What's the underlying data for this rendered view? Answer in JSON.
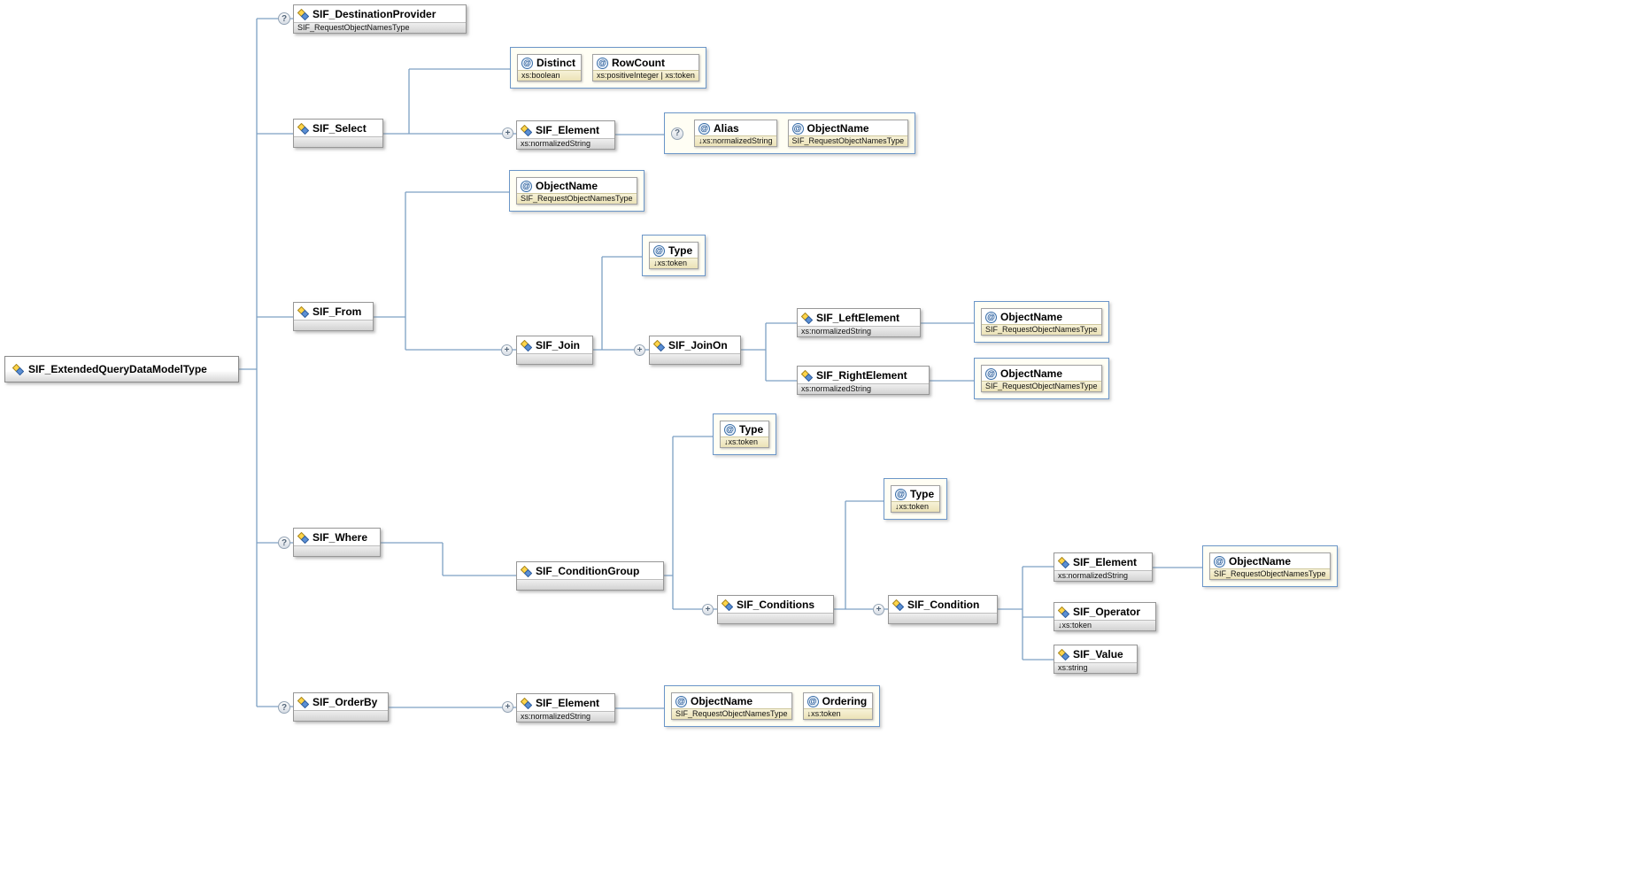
{
  "icons": {
    "attribute": "@",
    "optional": "?",
    "repeat": "+"
  },
  "diagram": {
    "root": {
      "title": "SIF_ExtendedQueryDataModelType"
    },
    "dest_provider": {
      "title": "SIF_DestinationProvider",
      "subtitle": "SIF_RequestObjectNamesType"
    },
    "select": {
      "title": "SIF_Select"
    },
    "select_attrs": {
      "distinct": {
        "title": "Distinct",
        "subtitle": "xs:boolean"
      },
      "rowcount": {
        "title": "RowCount",
        "subtitle": "xs:positiveInteger | xs:token"
      }
    },
    "select_element": {
      "title": "SIF_Element",
      "subtitle": "xs:normalizedString"
    },
    "select_element_attrs": {
      "alias": {
        "title": "Alias",
        "subtitle": "↓xs:normalizedString"
      },
      "objectname": {
        "title": "ObjectName",
        "subtitle": "SIF_RequestObjectNamesType"
      }
    },
    "from": {
      "title": "SIF_From"
    },
    "from_attrs": {
      "objectname": {
        "title": "ObjectName",
        "subtitle": "SIF_RequestObjectNamesType"
      }
    },
    "join": {
      "title": "SIF_Join"
    },
    "join_attrs": {
      "type": {
        "title": "Type",
        "subtitle": "↓xs:token"
      }
    },
    "joinon": {
      "title": "SIF_JoinOn"
    },
    "left_element": {
      "title": "SIF_LeftElement",
      "subtitle": "xs:normalizedString"
    },
    "left_element_attrs": {
      "objectname": {
        "title": "ObjectName",
        "subtitle": "SIF_RequestObjectNamesType"
      }
    },
    "right_element": {
      "title": "SIF_RightElement",
      "subtitle": "xs:normalizedString"
    },
    "right_element_attrs": {
      "objectname": {
        "title": "ObjectName",
        "subtitle": "SIF_RequestObjectNamesType"
      }
    },
    "where": {
      "title": "SIF_Where"
    },
    "condition_group": {
      "title": "SIF_ConditionGroup"
    },
    "condition_group_attrs": {
      "type": {
        "title": "Type",
        "subtitle": "↓xs:token"
      }
    },
    "conditions": {
      "title": "SIF_Conditions"
    },
    "conditions_attrs": {
      "type": {
        "title": "Type",
        "subtitle": "↓xs:token"
      }
    },
    "condition": {
      "title": "SIF_Condition"
    },
    "condition_element": {
      "title": "SIF_Element",
      "subtitle": "xs:normalizedString"
    },
    "condition_element_attrs": {
      "objectname": {
        "title": "ObjectName",
        "subtitle": "SIF_RequestObjectNamesType"
      }
    },
    "operator": {
      "title": "SIF_Operator",
      "subtitle": "↓xs:token"
    },
    "value": {
      "title": "SIF_Value",
      "subtitle": "xs:string"
    },
    "orderby": {
      "title": "SIF_OrderBy"
    },
    "orderby_element": {
      "title": "SIF_Element",
      "subtitle": "xs:normalizedString"
    },
    "orderby_element_attrs": {
      "objectname": {
        "title": "ObjectName",
        "subtitle": "SIF_RequestObjectNamesType"
      },
      "ordering": {
        "title": "Ordering",
        "subtitle": "↓xs:token"
      }
    }
  }
}
